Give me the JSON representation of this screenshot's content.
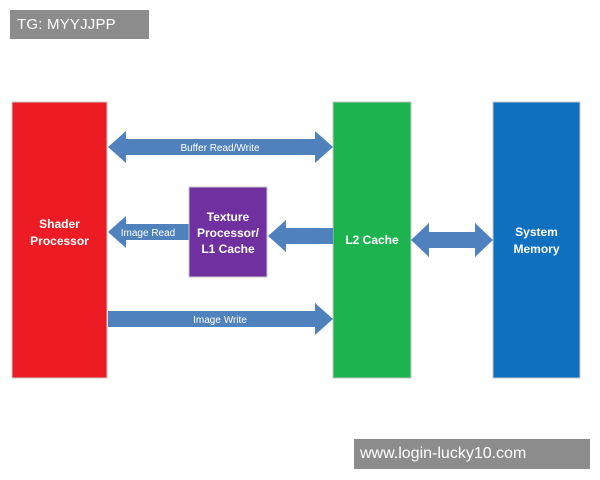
{
  "watermarks": {
    "top": "TG: MYYJJPP",
    "bottom": "www.login-lucky10.com"
  },
  "blocks": {
    "shader": {
      "line1": "Shader",
      "line2": "Processor",
      "color": "#ed1c24"
    },
    "texture": {
      "line1": "Texture",
      "line2": "Processor/",
      "line3": "L1 Cache",
      "color": "#7030a0"
    },
    "l2": {
      "line1": "L2 Cache",
      "color": "#1db34e"
    },
    "memory": {
      "line1": "System",
      "line2": "Memory",
      "color": "#1070c0"
    }
  },
  "arrows": {
    "buffer": {
      "label": "Buffer Read/Write"
    },
    "image_read": {
      "label": "Image Read"
    },
    "image_write": {
      "label": "Image Write"
    },
    "color": "#4f81bd"
  }
}
